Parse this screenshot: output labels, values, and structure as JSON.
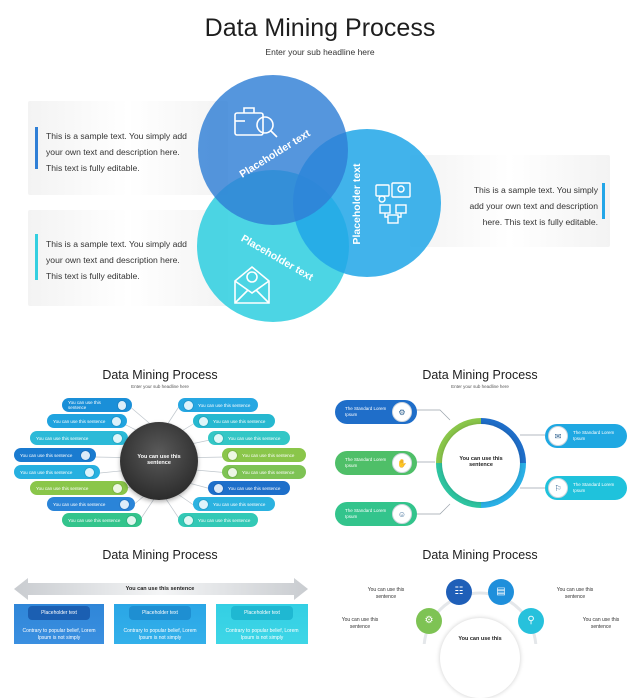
{
  "main": {
    "title": "Data Mining Process",
    "subtitle": "Enter your sub headline here",
    "left_top_text": "This is a sample text. You simply add your own text and description here. This text is fully editable.",
    "left_bottom_text": "This is a sample text. You simply add your own text and description here. This text is fully editable.",
    "right_text": "This is a sample text. You simply add your own text and description here. This text is fully editable.",
    "circle_top_label": "Placeholder text",
    "circle_right_label": "Placeholder text",
    "circle_bottom_label": "Placeholder text",
    "colors": {
      "top": "#2f7fd6",
      "right": "#22a6e8",
      "bottom": "#33cfe0"
    },
    "icons": [
      "briefcase-search-icon",
      "team-flow-icon",
      "email-envelope-icon"
    ]
  },
  "thumb1": {
    "title": "Data Mining Process",
    "subtitle": "Enter your sub headline here",
    "center": "You can use this sentence",
    "pill_label": "You can use this sentence",
    "left_pills": [
      "You can use this sentence",
      "You can use this sentence",
      "You can use this sentence",
      "You can use this sentence",
      "You can use this sentence",
      "You can use this sentence",
      "You can use this sentence",
      "You can use this sentence"
    ],
    "right_pills": [
      "You can use this sentence",
      "You can use this sentence",
      "You can use this sentence",
      "You can use this sentence",
      "You can use this sentence",
      "You can use this sentence",
      "You can use this sentence",
      "You can use this sentence"
    ]
  },
  "thumb2": {
    "title": "Data Mining Process",
    "subtitle": "Enter your sub headline here",
    "center": "You can use this sentence",
    "items": [
      "The Standard Lorem Ipsum",
      "The Standard Lorem Ipsum",
      "The Standard Lorem Ipsum",
      "The Standard Lorem Ipsum",
      "The Standard Lorem Ipsum"
    ]
  },
  "thumb3": {
    "title": "Data Mining Process",
    "arrow_text": "You can use this sentence",
    "columns": [
      {
        "head": "Placeholder text",
        "body": "Contrary to popular belief, Lorem Ipsum is not simply"
      },
      {
        "head": "Placeholder text",
        "body": "Contrary to popular belief, Lorem Ipsum is not simply"
      },
      {
        "head": "Placeholder text",
        "body": "Contrary to popular belief, Lorem Ipsum is not simply"
      }
    ]
  },
  "thumb4": {
    "title": "Data Mining Process",
    "side_texts": [
      "You can use this sentence",
      "You can use this sentence",
      "You can use this sentence",
      "You can use this sentence"
    ],
    "center": "You can use this"
  }
}
